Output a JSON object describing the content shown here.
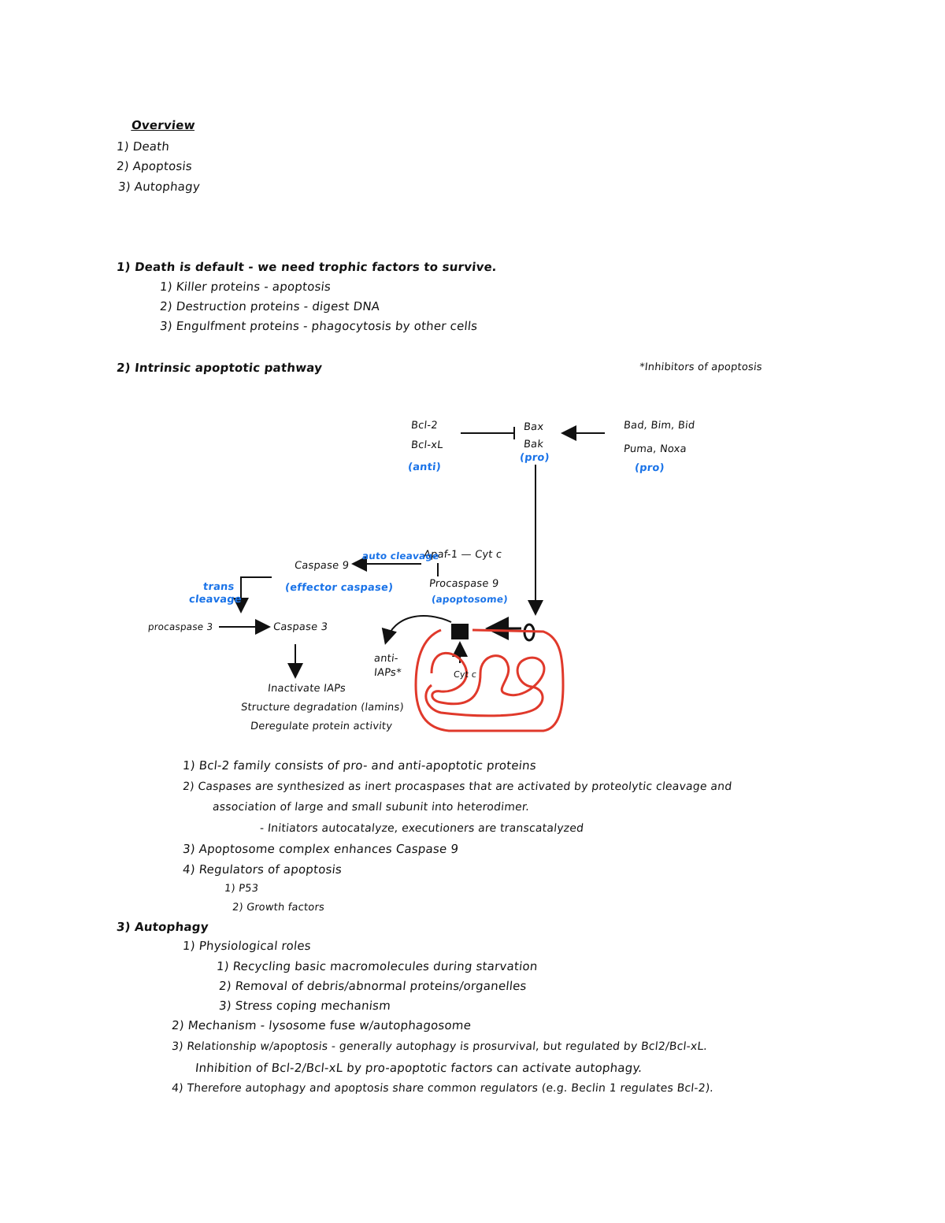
{
  "overview": {
    "title": "Overview",
    "items": [
      "1) Death",
      "2) Apoptosis",
      "3) Autophagy"
    ]
  },
  "section1": {
    "heading": "1) Death is default - we need trophic factors to survive.",
    "items": [
      "1) Killer proteins - apoptosis",
      "2) Destruction proteins - digest DNA",
      "3) Engulfment proteins - phagocytosis by other cells"
    ]
  },
  "section2": {
    "heading": "2) Intrinsic apoptotic pathway",
    "note": "*Inhibitors of apoptosis"
  },
  "diagram": {
    "anti_proteins": [
      "Bcl-2",
      "Bcl-xL"
    ],
    "anti_label": "(anti)",
    "bax_bak": [
      "Bax",
      "Bak"
    ],
    "bax_label": "(pro)",
    "pro_proteins": [
      "Bad, Bim, Bid",
      "Puma, Noxa"
    ],
    "pro_label": "(pro)",
    "apaf": "Apaf-1 — Cyt c",
    "auto_cleavage": "auto cleavage",
    "caspase9": "Caspase 9",
    "effector": "(effector caspase)",
    "procaspase9": "Procaspase 9",
    "procaspase9_note": "(apoptosome)",
    "trans_cleavage": [
      "trans",
      "cleavage"
    ],
    "procaspase3": "procaspase 3",
    "caspase3": "Caspase 3",
    "anti_iaps": [
      "anti-",
      "IAPs*"
    ],
    "cytc": "Cyt c",
    "outcomes": [
      "Inactivate IAPs",
      "Structure degradation (lamins)",
      "Deregulate protein activity"
    ]
  },
  "points": {
    "p1": "1) Bcl-2 family consists of pro- and anti-apoptotic proteins",
    "p2a": "2) Caspases are synthesized as inert procaspases that are activated by proteolytic cleavage and",
    "p2b": "association of large and small subunit into heterodimer.",
    "p2c": "- Initiators autocatalyze, executioners are transcatalyzed",
    "p3": "3) Apoptosome complex enhances Caspase 9",
    "p4": "4) Regulators of apoptosis",
    "p4a": "1) P53",
    "p4b": "2) Growth factors"
  },
  "section3": {
    "heading": "3) Autophagy",
    "roles": "1) Physiological roles",
    "role_items": [
      "1) Recycling basic macromolecules during starvation",
      "2) Removal of debris/abnormal proteins/organelles",
      "3) Stress coping mechanism"
    ],
    "mechanism": "2) Mechanism - lysosome fuse w/autophagosome",
    "relationship_a": "3) Relationship w/apoptosis - generally autophagy is prosurvival, but regulated by Bcl2/Bcl-xL.",
    "relationship_b": "Inhibition of Bcl-2/Bcl-xL by pro-apoptotic factors can activate autophagy.",
    "therefore": "4) Therefore autophagy and apoptosis share common regulators (e.g. Beclin 1 regulates Bcl-2)."
  },
  "colors": {
    "ink": "#111111",
    "blue": "#1a73e8",
    "mito": "#e0392b"
  }
}
